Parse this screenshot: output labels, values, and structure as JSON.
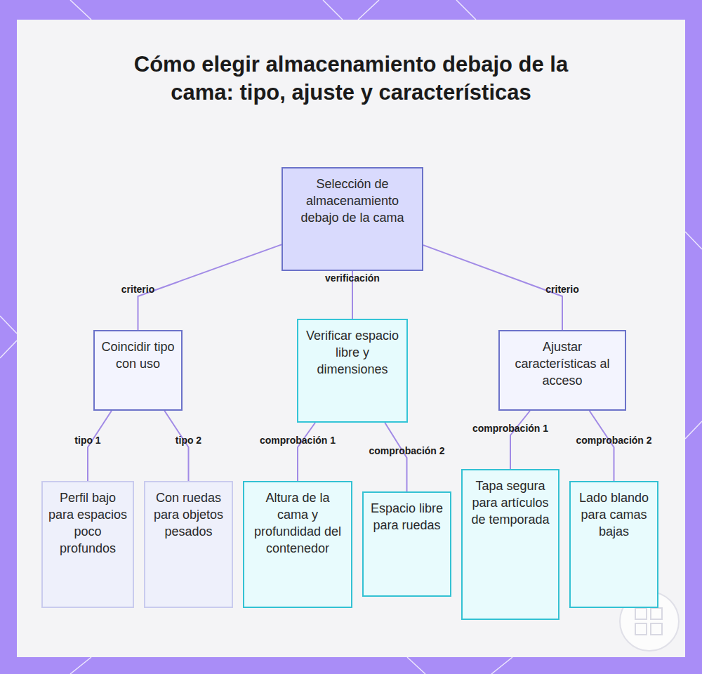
{
  "diagram": {
    "title": "Cómo elegir almacenamiento debajo de la cama: tipo, ajuste y características",
    "nodes": [
      {
        "text": [
          "Selección de almacenamiento debajo de la cama"
        ]
      },
      {
        "text": [
          "Coincidir tipo con uso"
        ]
      },
      {
        "text": [
          "Verificar espacio libre y dimensiones"
        ]
      },
      {
        "text": [
          "Ajustar características al acceso"
        ]
      },
      {
        "text": [
          "Perfil bajo para espacios poco profundos"
        ]
      },
      {
        "text": [
          "Con ruedas para objetos pesados"
        ]
      },
      {
        "text": [
          "Altura de la cama y profundidad del contenedor"
        ]
      },
      {
        "text": [
          "Espacio libre para ruedas"
        ]
      },
      {
        "text": [
          "Tapa segura para artículos de temporada"
        ]
      },
      {
        "text": [
          "Lado blando para camas bajas"
        ]
      }
    ],
    "edges": [
      {
        "from": 0,
        "to": 1,
        "arrow": "none",
        "label": "criterio"
      },
      {
        "from": 0,
        "to": 2,
        "arrow": "none",
        "label": "verificación"
      },
      {
        "from": 0,
        "to": 3,
        "arrow": "none",
        "label": "criterio"
      },
      {
        "from": 1,
        "to": 4,
        "arrow": "none",
        "label": "tipo 1"
      },
      {
        "from": 1,
        "to": 5,
        "arrow": "none",
        "label": "tipo 2"
      },
      {
        "from": 2,
        "to": 6,
        "arrow": "none",
        "label": "comprobación 1"
      },
      {
        "from": 2,
        "to": 7,
        "arrow": "none",
        "label": "comprobación 2"
      },
      {
        "from": 3,
        "to": 8,
        "arrow": "none",
        "label": "comprobación 1"
      },
      {
        "from": 3,
        "to": 9,
        "arrow": "none",
        "label": "comprobación 2"
      }
    ]
  }
}
